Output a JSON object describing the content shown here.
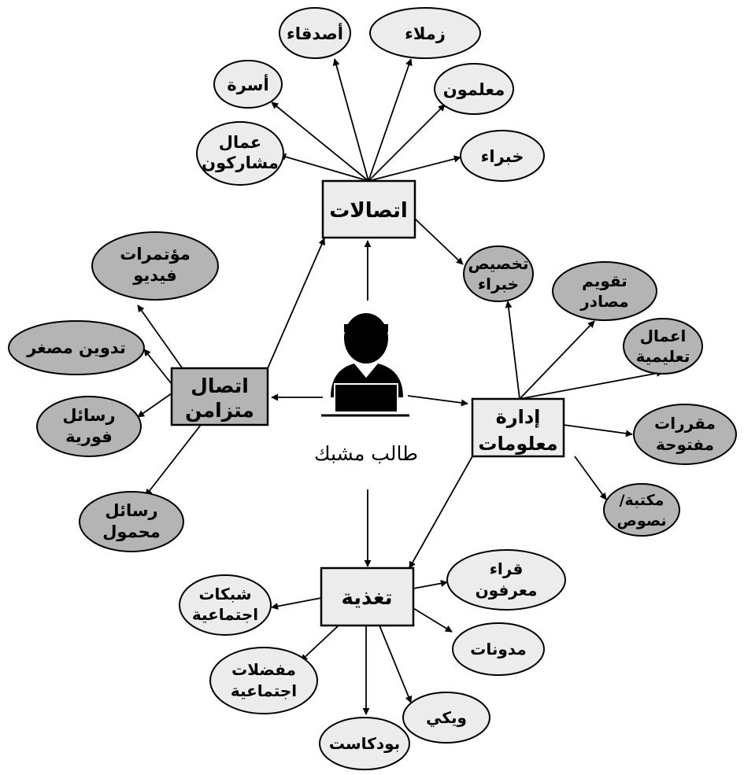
{
  "center": {
    "label": "طالب مشبك",
    "icon": "student-at-laptop-icon"
  },
  "hubs": {
    "communications": {
      "label": "اتصالات",
      "children": [
        "عمال مشاركون",
        "أسرة",
        "أصدقاء",
        "زملاء",
        "معلمون",
        "خبراء",
        "تخصيص خبراء"
      ]
    },
    "sync": {
      "label": [
        "اتصال",
        "متزامن"
      ],
      "children": [
        "مؤتمرات فيديو",
        "تدوين مصغر",
        "رسائل فورية",
        "رسائل محمول"
      ]
    },
    "info_mgmt": {
      "label": [
        "إدارة",
        "معلومات"
      ],
      "children": [
        "تخصيص خبراء",
        "تقويم مصادر",
        "اعمال تعليمية",
        "مقررات مفتوحة",
        "مكتبة/ نصوص"
      ]
    },
    "feeding": {
      "label": "تغذية",
      "children": [
        "قراء معرفون",
        "مدونات",
        "ويكي",
        "بودكاست",
        "مفضلات اجتماعية",
        "شبكات اجتماعية"
      ]
    }
  },
  "leaves": {
    "workers": [
      "عمال",
      "مشاركون"
    ],
    "family": [
      "أسرة"
    ],
    "friends": [
      "أصدقاء"
    ],
    "colleagues": [
      "زملاء"
    ],
    "teachers": [
      "معلمون"
    ],
    "experts": [
      "خبراء"
    ],
    "expert_custom": [
      "تخصيص",
      "خبراء"
    ],
    "video_conf": [
      "مؤتمرات",
      "فيديو"
    ],
    "microblog": [
      "تدوين مصغر"
    ],
    "instant_msg": [
      "رسائل",
      "فورية"
    ],
    "mobile_msg": [
      "رسائل",
      "محمول"
    ],
    "resource_eval": [
      "تقويم",
      "مصادر"
    ],
    "edu_works": [
      "اعمال",
      "تعليمية"
    ],
    "open_courses": [
      "مقررات",
      "مفتوحة"
    ],
    "library": [
      "مكتبة/",
      "نصوص"
    ],
    "known_readers": [
      "قراء",
      "معرفون"
    ],
    "blogs": [
      "مدونات"
    ],
    "wiki": [
      "ويكي"
    ],
    "podcast": [
      "بودكاست"
    ],
    "social_bookmarks": [
      "مفضلات",
      "اجتماعية"
    ],
    "social_networks": [
      "شبكات",
      "اجتماعية"
    ]
  },
  "colors": {
    "white_node_fill": "#ececec",
    "gray_node_fill": "#b4b4b4",
    "hub_fill_light": "#ececec",
    "hub_fill_dark": "#b4b4b4",
    "stroke": "#000000"
  }
}
